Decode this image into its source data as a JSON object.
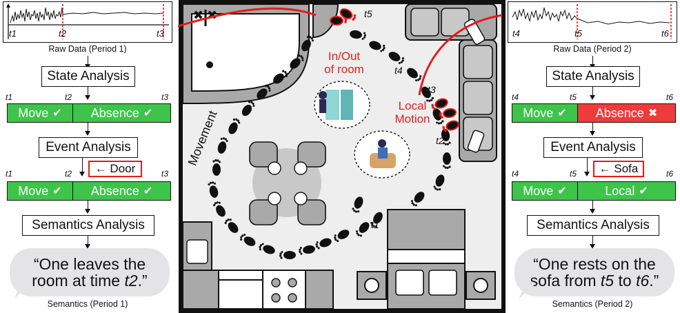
{
  "left_panel": {
    "signal": {
      "t_start": "t1",
      "t_mid": "t2",
      "t_end": "t3",
      "caption": "Raw Data (Period 1)"
    },
    "state_title": "State Analysis",
    "state_bar": {
      "t_a": "t1",
      "t_b": "t2",
      "t_c": "t3",
      "seg1": "Move",
      "seg1_mark": "✔",
      "seg2": "Absence",
      "seg2_mark": "✔"
    },
    "event_title": "Event Analysis",
    "event_note": "← Door",
    "event_bar": {
      "t_a": "t1",
      "t_b": "t2",
      "t_c": "t3",
      "seg1": "Move",
      "seg1_mark": "✔",
      "seg2": "Absence",
      "seg2_mark": "✔"
    },
    "semantics_title": "Semantics Analysis",
    "bubble_line1": "“One leaves the",
    "bubble_line2_prefix": "room at time ",
    "bubble_line2_time": "t2",
    "bubble_line2_suffix": ".”",
    "caption": "Semantics (Period 1)"
  },
  "right_panel": {
    "signal": {
      "t_start": "t4",
      "t_mid": "t5",
      "t_end": "t6",
      "caption": "Raw Data (Period 2)"
    },
    "state_title": "State Analysis",
    "state_bar": {
      "t_a": "t4",
      "t_b": "t5",
      "t_c": "t6",
      "seg1": "Move",
      "seg1_mark": "✔",
      "seg2": "Absence",
      "seg2_mark": "✖"
    },
    "event_title": "Event Analysis",
    "event_note": "← Sofa",
    "event_bar": {
      "t_a": "t4",
      "t_b": "t5",
      "t_c": "t6",
      "seg1": "Move",
      "seg1_mark": "✔",
      "seg2": "Local",
      "seg2_mark": "✔"
    },
    "semantics_title": "Semantics Analysis",
    "bubble_line1": "“One rests on the",
    "bubble_line2_prefix": "sofa from ",
    "bubble_line2_t1": "t5",
    "bubble_line2_mid": " to ",
    "bubble_line2_t2": "t6",
    "bubble_line2_suffix": ".”",
    "caption": "Semantics (Period 2)"
  },
  "room": {
    "label_movement": "Movement",
    "label_inout_1": "In/Out",
    "label_inout_2": "of room",
    "label_local_1": "Local",
    "label_local_2": "Motion",
    "t1": "t1",
    "t2": "t2",
    "t3": "t3",
    "t4": "t4",
    "t5": "t5"
  },
  "colors": {
    "green": "#3ec44a",
    "red": "#ef3b3b",
    "accent_red": "#e51b1b",
    "bubble": "#e4e4e6",
    "floor": "#eeeeef",
    "furniture": "#a9a9aa"
  }
}
